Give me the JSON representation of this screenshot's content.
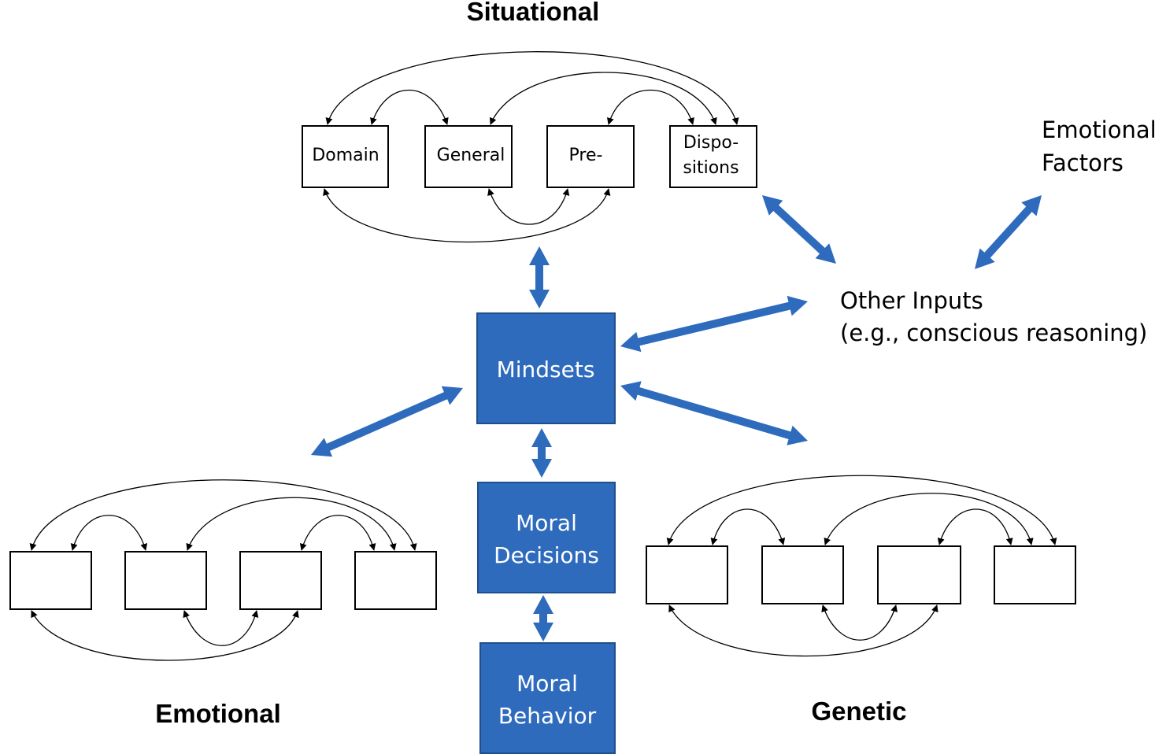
{
  "groups": {
    "situational": {
      "title": "Situational",
      "boxes": [
        {
          "lines": [
            "Domain"
          ]
        },
        {
          "lines": [
            "General"
          ]
        },
        {
          "lines": [
            "Pre-"
          ]
        },
        {
          "lines": [
            "Dispo-",
            "sitions"
          ]
        }
      ]
    },
    "emotional": {
      "title": "Emotional"
    },
    "genetic": {
      "title": "Genetic"
    }
  },
  "center": {
    "mindsets": "Mindsets",
    "moral_decisions": [
      "Moral",
      "Decisions"
    ],
    "moral_behavior": [
      "Moral",
      "Behavior"
    ]
  },
  "side_labels": {
    "emotional_factors": [
      "Emotional",
      "Factors"
    ],
    "other_inputs": [
      "Other Inputs",
      "(e.g., conscious reasoning)"
    ]
  },
  "colors": {
    "box_fill": "#2e6bbd",
    "arrow": "#2e6bbd",
    "line": "#000000"
  }
}
